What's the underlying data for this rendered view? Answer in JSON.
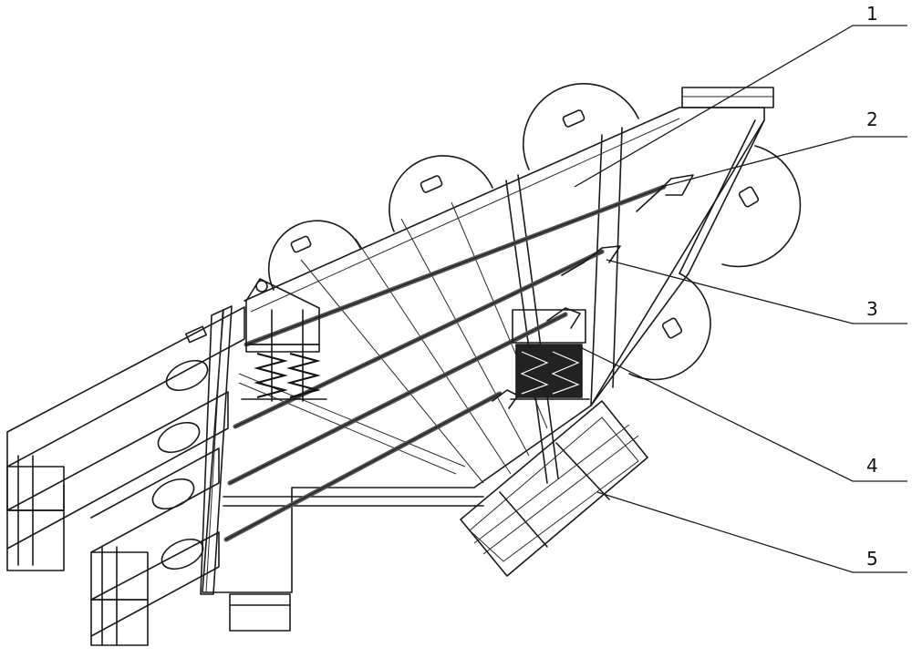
{
  "callouts": [
    {
      "id": "1",
      "label": "1"
    },
    {
      "id": "2",
      "label": "2"
    },
    {
      "id": "3",
      "label": "3"
    },
    {
      "id": "4",
      "label": "4"
    },
    {
      "id": "5",
      "label": "5"
    }
  ],
  "colors": {
    "line": "#1a1a1a",
    "rod": "#555555",
    "background": "#ffffff"
  }
}
